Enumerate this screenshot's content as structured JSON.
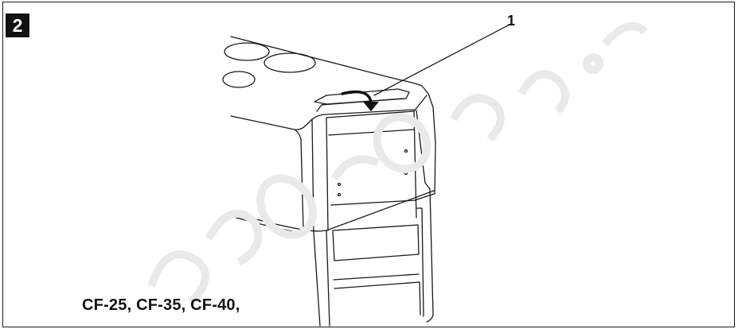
{
  "figure": {
    "step_number": "2",
    "callout_label": "1",
    "models_caption": "CF-25, CF-35, CF-40,"
  }
}
